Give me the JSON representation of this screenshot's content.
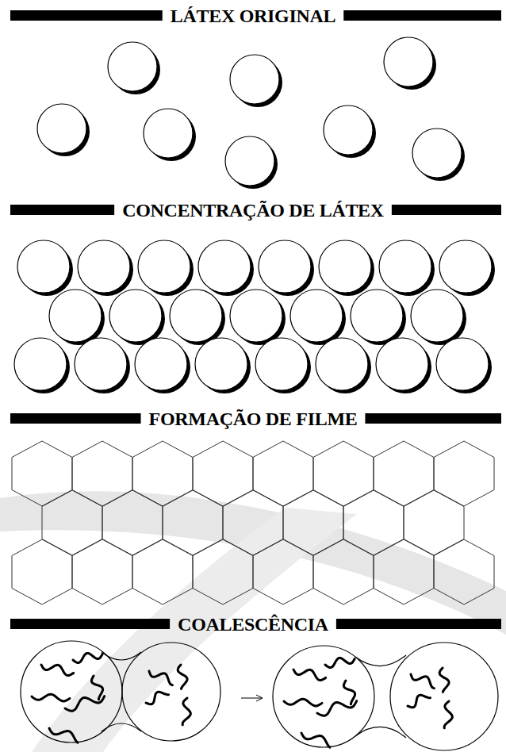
{
  "diagram": {
    "labels": [
      "LÁTEX ORIGINAL",
      "CONCENTRAÇÃO DE LÁTEX",
      "FORMAÇÃO DE FILME",
      "COALESCÊNCIA"
    ]
  }
}
